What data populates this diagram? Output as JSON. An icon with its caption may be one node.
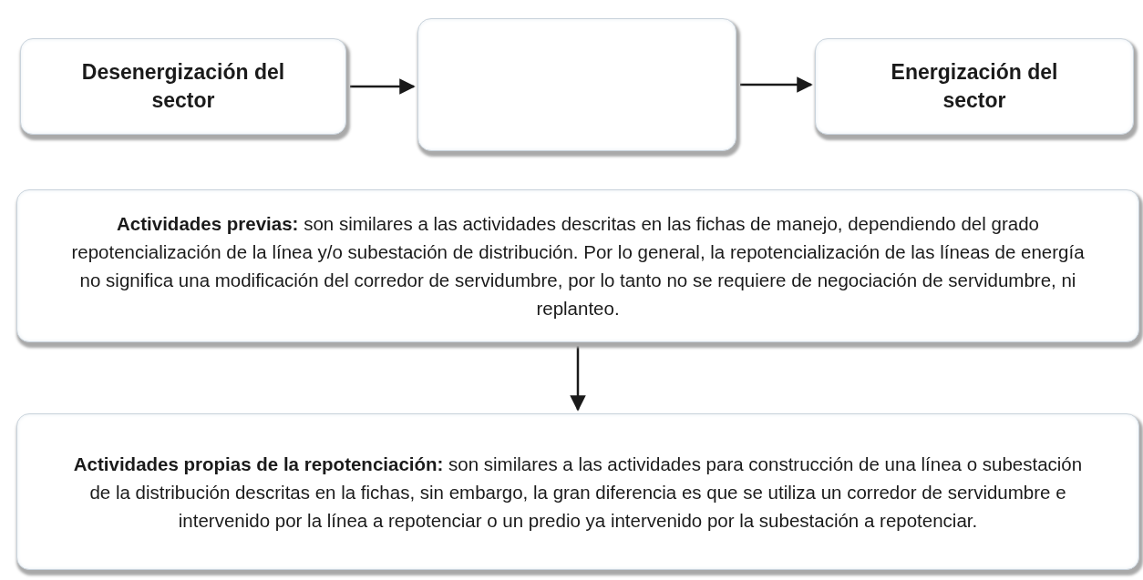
{
  "diagram": {
    "nodes": [
      {
        "text": [
          "Desenergización del sector"
        ]
      },
      {
        "text": [],
        "shape": "box"
      },
      {
        "text": [
          "Energización del sector"
        ]
      },
      {
        "text": [
          "**Actividades previas:** son similares a las actividades descritas en las fichas de manejo, dependiendo del grado repotencialización de la línea y/o subestación de distribución. Por lo general, la repotencialización de las líneas de energía no significa una modificación del corredor de servidumbre, por lo tanto no se requiere de negociación de servidumbre, ni replanteo."
        ]
      },
      {
        "text": [
          "**Actividades propias de la repotenciación:** son similares a las actividades para construcción de una línea o subestación de la distribución descritas en la fichas, sin embargo, la gran diferencia es que se utiliza un corredor de servidumbre e intervenido por la línea a repotenciar o un predio ya intervenido por la subestación a repotenciar."
        ]
      }
    ],
    "edges": [
      {
        "from": 0,
        "to": 1,
        "arrow": "to"
      },
      {
        "from": 1,
        "to": 2,
        "arrow": "to"
      },
      {
        "from": 3,
        "to": 4,
        "arrow": "to"
      }
    ]
  }
}
